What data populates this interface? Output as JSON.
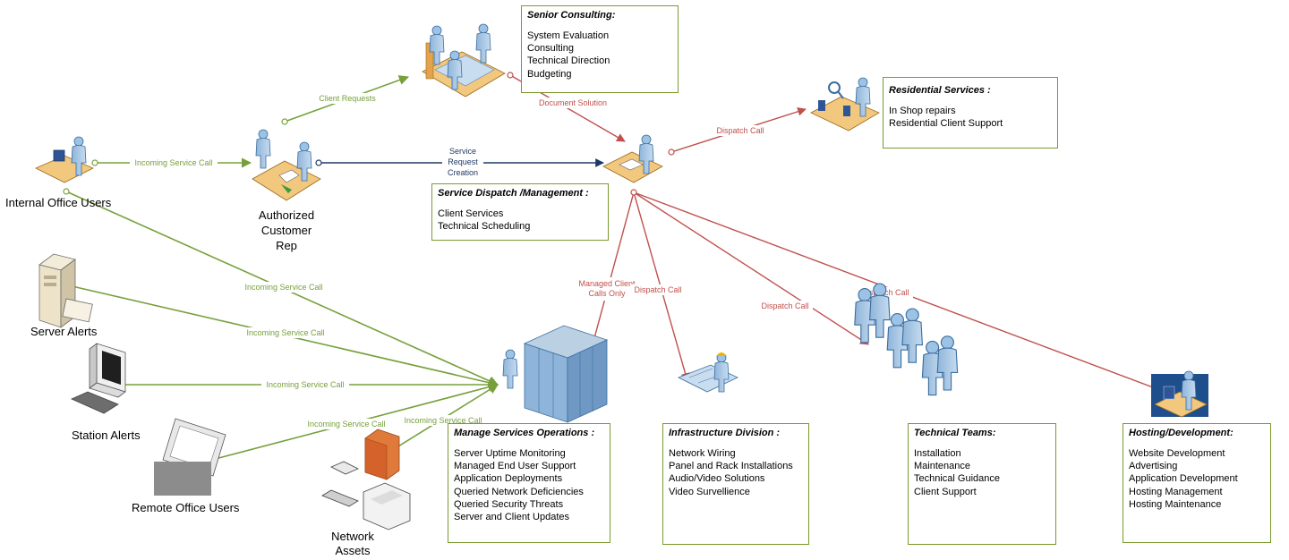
{
  "nodes": {
    "internal_office_users": "Internal Office Users",
    "authorized_customer_rep": [
      "Authorized",
      "Customer",
      "Rep"
    ],
    "server_alerts": "Server Alerts",
    "station_alerts": "Station Alerts",
    "remote_office_users": "Remote Office Users",
    "network_assets": [
      "Network",
      "Assets"
    ]
  },
  "boxes": {
    "senior_consulting": {
      "title": "Senior Consulting:",
      "items": [
        "System Evaluation",
        "Consulting",
        "Technical Direction",
        "Budgeting"
      ]
    },
    "residential_services": {
      "title": "Residential Services :",
      "items": [
        "In Shop repairs",
        "Residential Client Support"
      ]
    },
    "service_dispatch": {
      "title": "Service Dispatch /Management :",
      "items": [
        "Client Services",
        "Technical Scheduling"
      ]
    },
    "manage_services": {
      "title": "Manage Services Operations :",
      "items": [
        "Server Uptime Monitoring",
        "Managed End User Support",
        "Application Deployments",
        "Queried Network Deficiencies",
        "Queried Security Threats",
        "Server and Client Updates"
      ]
    },
    "infrastructure": {
      "title": "Infrastructure Division :",
      "items": [
        "Network Wiring",
        "Panel and Rack Installations",
        "Audio/Video Solutions",
        "Video Survellience"
      ]
    },
    "technical_teams": {
      "title": "Technical Teams:",
      "items": [
        "Installation",
        "Maintenance",
        "Technical Guidance",
        "Client Support"
      ]
    },
    "hosting": {
      "title": "Hosting/Development:",
      "items": [
        "Website Development",
        "Advertising",
        "Application Development",
        "Hosting Management",
        "Hosting Maintenance"
      ]
    }
  },
  "edges": {
    "incoming_service_call": "Incoming Service Call",
    "client_requests": "Client Requests",
    "service_request_creation": [
      "Service",
      "Request",
      "Creation"
    ],
    "document_solution": "Document Solution",
    "dispatch_call": "Dispatch Call",
    "managed_client_calls_only": [
      "Managed Client",
      "Calls Only"
    ]
  },
  "colors": {
    "green": "#77a03c",
    "red": "#c0504d",
    "navy": "#1f3864",
    "box_border": "#7a9a2e"
  }
}
